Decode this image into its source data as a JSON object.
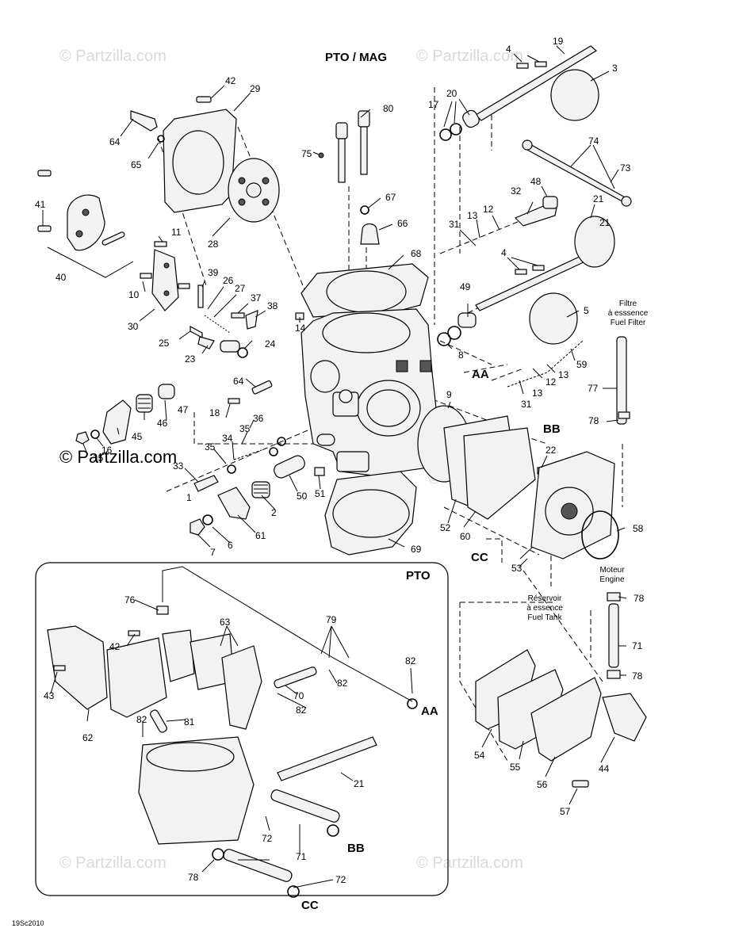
{
  "header": {
    "title": "PTO / MAG"
  },
  "inset": {
    "title": "PTO"
  },
  "watermarks": [
    "© Partzilla.com",
    "© Partzilla.com",
    "© Partzilla.com",
    "© Partzilla.com",
    "© Partzilla.com"
  ],
  "copyright": "© Partzilla.com",
  "diagram_code": "19Sc2010",
  "notes": {
    "fuel_filter_fr": "Filtre",
    "fuel_filter_fr2": "à esssence",
    "fuel_filter_en": "Fuel Filter",
    "fuel_tank_fr": "Réservoir",
    "fuel_tank_fr2": "à essence",
    "fuel_tank_en": "Fuel Tank",
    "engine_fr": "Moteur",
    "engine_en": "Engine"
  },
  "connectors": {
    "aa": "AA",
    "bb": "BB",
    "cc": "CC",
    "aa_inset": "AA",
    "bb_inset": "BB",
    "cc_inset": "CC"
  },
  "callouts": {
    "c1": "1",
    "c2": "2",
    "c3": "3",
    "c4a": "4",
    "c4b": "4",
    "c5": "5",
    "c6": "6",
    "c7": "7",
    "c8": "8",
    "c9": "9",
    "c10": "10",
    "c11": "11",
    "c12a": "12",
    "c12b": "12",
    "c13a": "13",
    "c13b": "13",
    "c13c": "13",
    "c14": "14",
    "c15": "15",
    "c16": "16",
    "c17": "17",
    "c18": "18",
    "c19": "19",
    "c20": "20",
    "c21a": "21",
    "c21b": "21",
    "c22": "22",
    "c23": "23",
    "c24": "24",
    "c25": "25",
    "c26": "26",
    "c27": "27",
    "c28": "28",
    "c29": "29",
    "c30": "30",
    "c31a": "31",
    "c31b": "31",
    "c32": "32",
    "c33": "33",
    "c34": "34",
    "c35a": "35",
    "c35b": "35",
    "c36": "36",
    "c37": "37",
    "c38": "38",
    "c39": "39",
    "c40": "40",
    "c41": "41",
    "c42a": "42",
    "c42b": "42",
    "c43": "43",
    "c44": "44",
    "c45": "45",
    "c46": "46",
    "c47": "47",
    "c48": "48",
    "c49": "49",
    "c50": "50",
    "c51": "51",
    "c52": "52",
    "c53": "53",
    "c54": "54",
    "c55": "55",
    "c56": "56",
    "c57": "57",
    "c58": "58",
    "c59": "59",
    "c60": "60",
    "c61": "61",
    "c62": "62",
    "c63": "63",
    "c64a": "64",
    "c64b": "64",
    "c65": "65",
    "c66": "66",
    "c67": "67",
    "c68": "68",
    "c69": "69",
    "c70": "70",
    "c71a": "71",
    "c71b": "71",
    "c72a": "72",
    "c72b": "72",
    "c73": "73",
    "c74": "74",
    "c75": "75",
    "c76": "76",
    "c77": "77",
    "c78a": "78",
    "c78b": "78",
    "c78c": "78",
    "c78d": "78",
    "c79": "79",
    "c80": "80",
    "c81": "81",
    "c82a": "82",
    "c82b": "82",
    "c82c": "82",
    "c82d": "82"
  }
}
